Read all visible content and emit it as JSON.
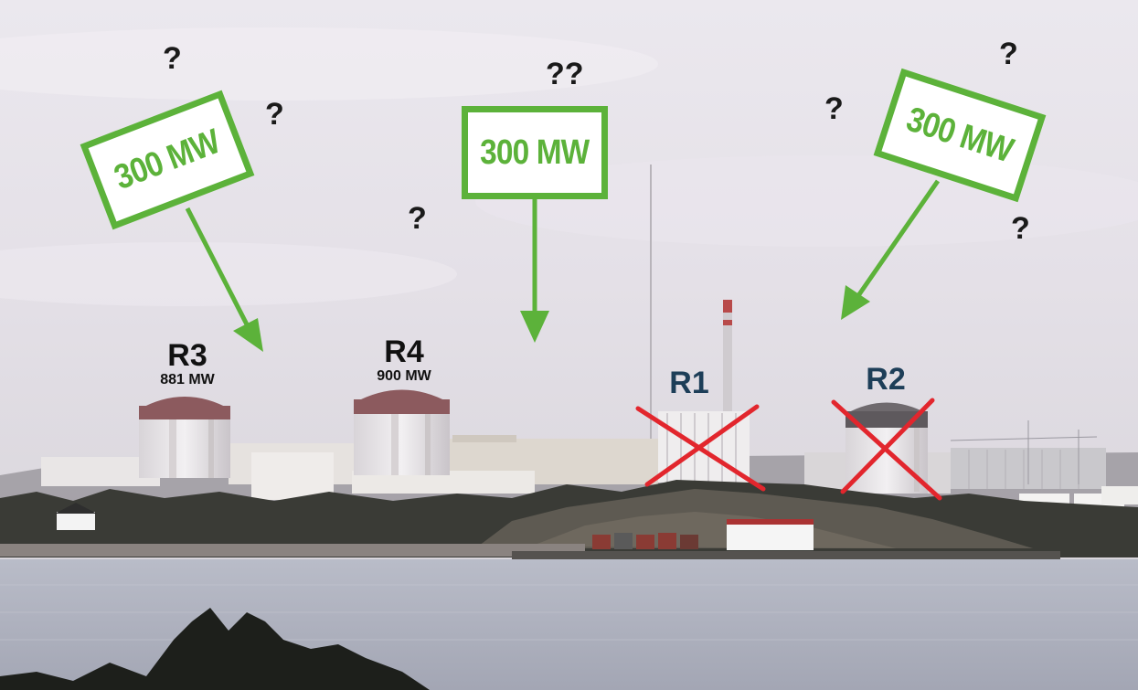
{
  "colors": {
    "sign_green": "#5cb23a",
    "cross_red": "#e2262d",
    "label_dark": "#111111",
    "label_blue": "#1d3e58"
  },
  "signs": [
    {
      "text": "300 MW"
    },
    {
      "text": "300 MW"
    },
    {
      "text": "300 MW"
    }
  ],
  "question_marks": [
    "?",
    "?",
    "?",
    "??",
    "?",
    "?",
    "?"
  ],
  "reactors": {
    "r3": {
      "name": "R3",
      "power": "881 MW"
    },
    "r4": {
      "name": "R4",
      "power": "900 MW"
    },
    "r1": {
      "name": "R1",
      "status": "crossed-out"
    },
    "r2": {
      "name": "R2",
      "status": "crossed-out"
    }
  }
}
